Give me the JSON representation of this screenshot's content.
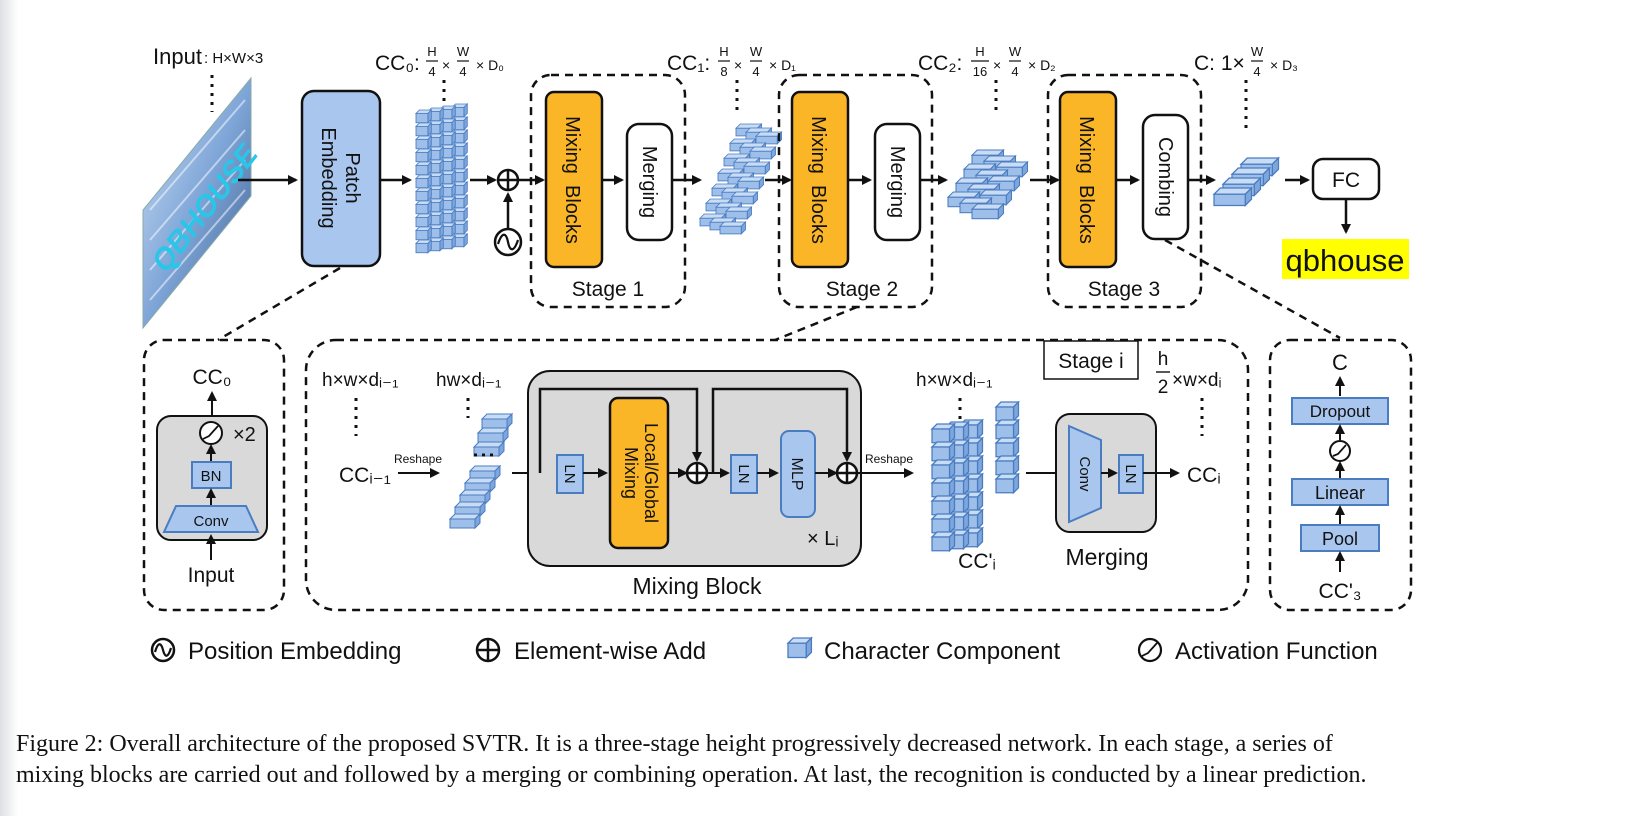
{
  "top": {
    "input_label": "Input",
    "input_dims": ": H×W×3",
    "input_image_text": "QBHOUSE",
    "patch_embedding": [
      "Patch",
      "Embedding"
    ],
    "cc0": "CC₀:",
    "cc1": "CC₁:",
    "cc2": "CC₂:",
    "c_final": "C: 1×",
    "h": "H",
    "w": "W",
    "four": "4",
    "eight": "8",
    "sixteen": "16",
    "times": "×",
    "d0": "× D₀",
    "d1": "× D₁",
    "d2": "× D₂",
    "d3": "× D₃",
    "one": "1×",
    "mixing_blocks": "Mixing  Blocks",
    "merging": "Merging",
    "combing": "Combing",
    "stage1": "Stage 1",
    "stage2": "Stage 2",
    "stage3": "Stage 3",
    "fc": "FC",
    "output": "qbhouse"
  },
  "patch_detail": {
    "cc0": "CC₀",
    "x2": "×2",
    "bn": "BN",
    "conv": "Conv",
    "input": "Input"
  },
  "stage_detail": {
    "title": "Stage i",
    "dims_in": "h×w×dᵢ₋₁",
    "dims_flat": "hw×dᵢ₋₁",
    "dims_out": "h×w×dᵢ₋₁",
    "h": "h",
    "two": "2",
    "dims_merged": "×w×dᵢ",
    "cc_in": "CCᵢ₋₁",
    "reshape1": "Reshape",
    "reshape2": "Reshape",
    "ln1": "LN",
    "mixing": [
      "Local/Global",
      "Mixing"
    ],
    "ln2": "LN",
    "mlp": "MLP",
    "times_l": "× Lᵢ",
    "mixing_block_label": "Mixing Block",
    "cc_prime": "CC'ᵢ",
    "conv": "Conv",
    "ln3": "LN",
    "merging_label": "Merging",
    "cc_out": "CCᵢ"
  },
  "combing_detail": {
    "c": "C",
    "dropout": "Dropout",
    "linear": "Linear",
    "pool": "Pool",
    "cc3": "CC'₃"
  },
  "legend": {
    "position": "Position Embedding",
    "add": "Element-wise Add",
    "component": "Character Component",
    "activation": "Activation Function"
  },
  "caption": {
    "line1": "Figure 2:  Overall architecture of the proposed SVTR. It is a three-stage height progressively decreased network.  In each stage, a series of",
    "line2": "mixing blocks are carried out and followed by a merging or combining operation. At last, the recognition is conducted by a linear prediction."
  },
  "colors": {
    "orange": "#fbb627",
    "blue_box": "#a9c6ee",
    "blue_stroke": "#4a7cc0",
    "gray_panel": "#d9d9d9",
    "highlight": "#ffff00"
  }
}
